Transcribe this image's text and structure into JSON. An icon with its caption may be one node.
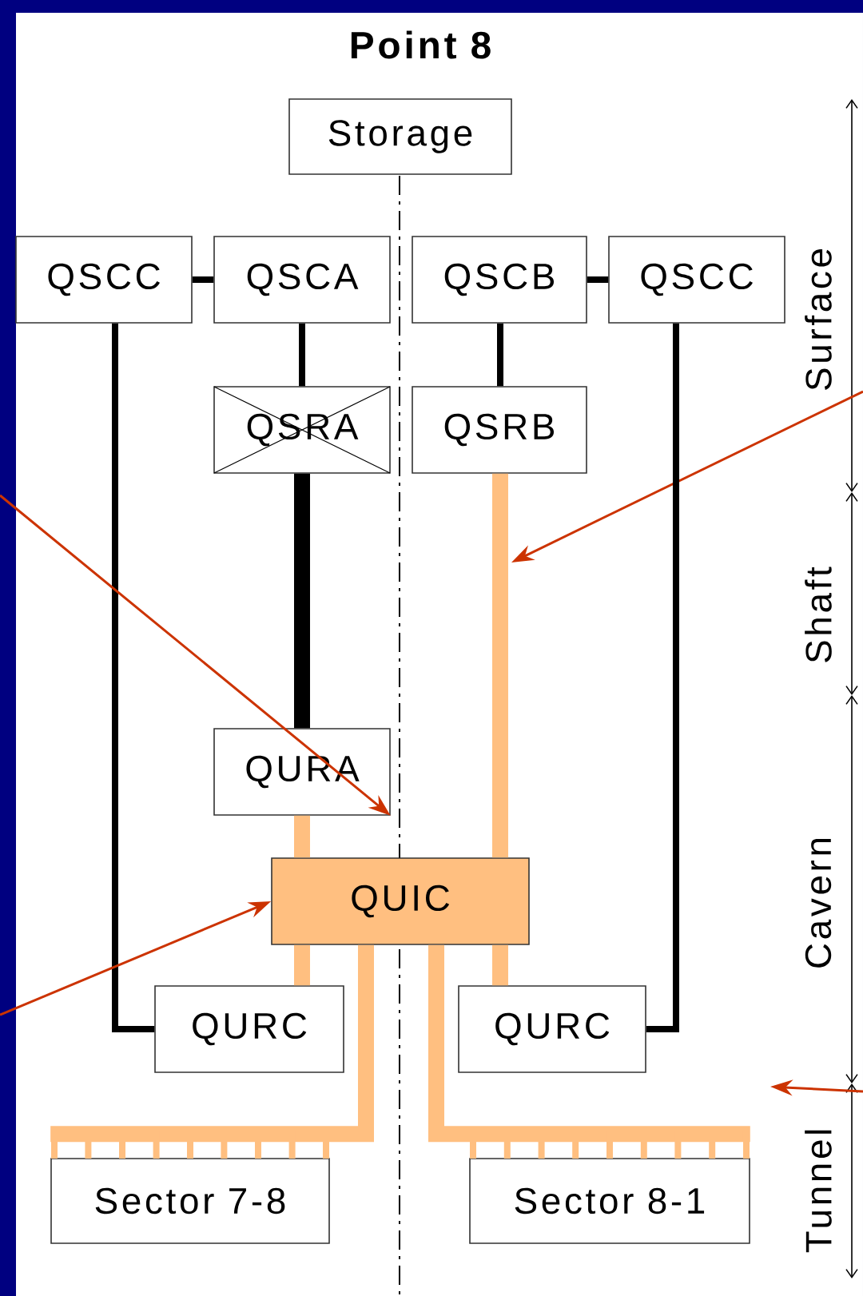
{
  "diagram": {
    "title": "Point 8",
    "nodes": [
      {
        "text": [
          "Storage"
        ]
      },
      {
        "text": [
          "QSCC"
        ]
      },
      {
        "text": [
          "QSCA"
        ]
      },
      {
        "text": [
          "QSCB"
        ]
      },
      {
        "text": [
          "QSCC"
        ]
      },
      {
        "text": [
          "QSRA"
        ]
      },
      {
        "text": [
          "QSRB"
        ]
      },
      {
        "text": [
          "QURA"
        ]
      },
      {
        "text": [
          "QUIC"
        ]
      },
      {
        "text": [
          "QURC"
        ]
      },
      {
        "text": [
          "QURC"
        ]
      },
      {
        "text": [
          "Sector 7-8"
        ]
      },
      {
        "text": [
          "Sector 8-1"
        ]
      }
    ],
    "edges": [
      {
        "from": 1,
        "to": 2,
        "arrow": "none"
      },
      {
        "from": 3,
        "to": 4,
        "arrow": "none"
      },
      {
        "from": 2,
        "to": 5,
        "arrow": "none"
      },
      {
        "from": 3,
        "to": 6,
        "arrow": "none"
      },
      {
        "from": 5,
        "to": 7,
        "arrow": "none",
        "style": "thick"
      },
      {
        "from": 6,
        "to": 8,
        "arrow": "none",
        "style": "thick",
        "color": "#ffbf80"
      },
      {
        "from": 7,
        "to": 8,
        "arrow": "none",
        "style": "thick",
        "color": "#ffbf80"
      },
      {
        "from": 8,
        "to": 9,
        "arrow": "none",
        "style": "thick",
        "color": "#ffbf80"
      },
      {
        "from": 8,
        "to": 10,
        "arrow": "none",
        "style": "thick",
        "color": "#ffbf80"
      },
      {
        "from": 1,
        "to": 9,
        "arrow": "none"
      },
      {
        "from": 4,
        "to": 10,
        "arrow": "none"
      },
      {
        "from": 8,
        "to": 11,
        "arrow": "none",
        "style": "thick",
        "color": "#ffbf80"
      },
      {
        "from": 8,
        "to": 12,
        "arrow": "none",
        "style": "thick",
        "color": "#ffbf80"
      },
      {
        "from": null,
        "to": 8,
        "arrow": "to",
        "color": "#cc3300"
      },
      {
        "from": null,
        "to": 7,
        "arrow": "to",
        "color": "#cc3300"
      }
    ],
    "labels": [
      "Surface",
      "Shaft",
      "Cavern",
      "Tunnel"
    ]
  }
}
